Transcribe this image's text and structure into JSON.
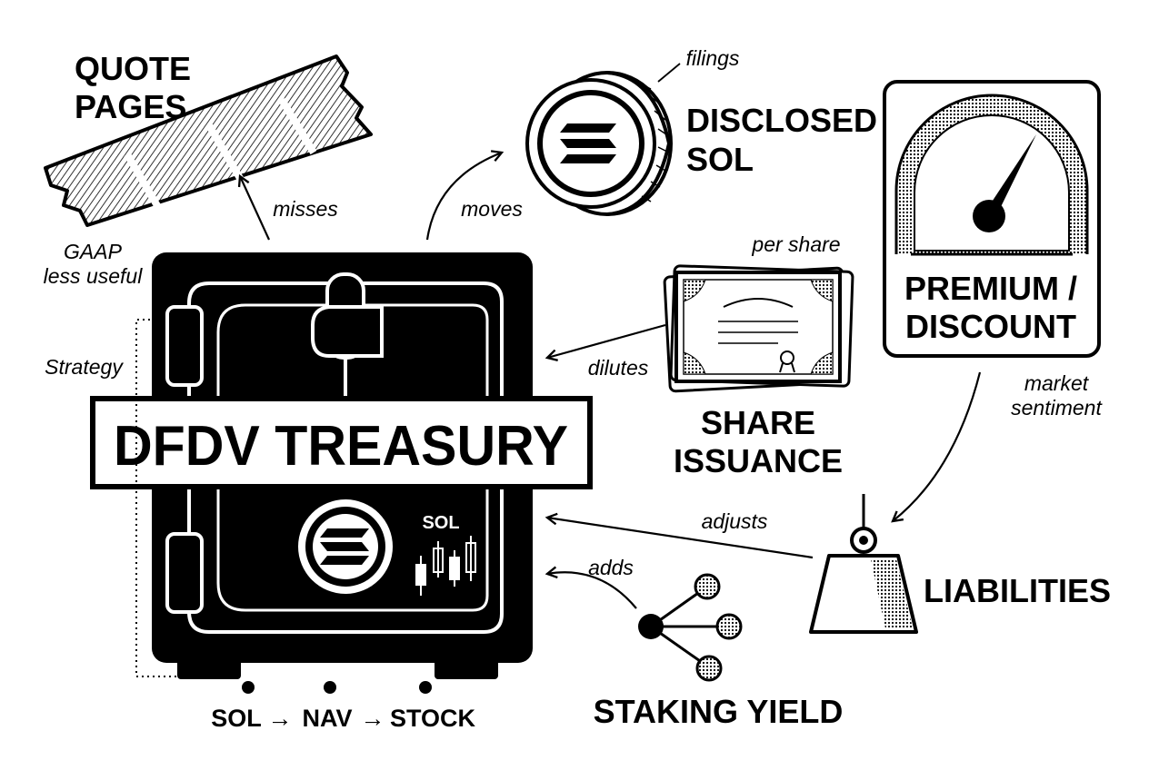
{
  "title": "DFDV TREASURY",
  "flow": {
    "sol": "SOL",
    "nav": "NAV",
    "stock": "STOCK",
    "arrow": "→"
  },
  "vault": {
    "sol_label": "SOL"
  },
  "nodes": {
    "quote_pages": [
      "QUOTE",
      "PAGES"
    ],
    "disclosed_sol": [
      "DISCLOSED",
      "SOL"
    ],
    "premium_discount": [
      "PREMIUM /",
      "DISCOUNT"
    ],
    "share_issuance": [
      "SHARE",
      "ISSUANCE"
    ],
    "liabilities": "LIABILITIES",
    "staking_yield": "STAKING YIELD"
  },
  "edges": {
    "misses": "misses",
    "moves": "moves",
    "dilutes": "dilutes",
    "adjusts": "adjusts",
    "adds": "adds"
  },
  "notes": {
    "gaap": [
      "GAAP",
      "less useful"
    ],
    "strategy": "Strategy",
    "filings": "filings",
    "per_share": "per share",
    "market_sentiment": [
      "market",
      "sentiment"
    ]
  },
  "colors": {
    "ink": "#000000",
    "paper": "#ffffff",
    "shade": "#9a9a9a"
  },
  "icons": [
    "vault-icon",
    "solana-coin-icon",
    "tape-icon",
    "gauge-icon",
    "certificate-icon",
    "weight-icon",
    "network-icon",
    "candlestick-icon"
  ]
}
